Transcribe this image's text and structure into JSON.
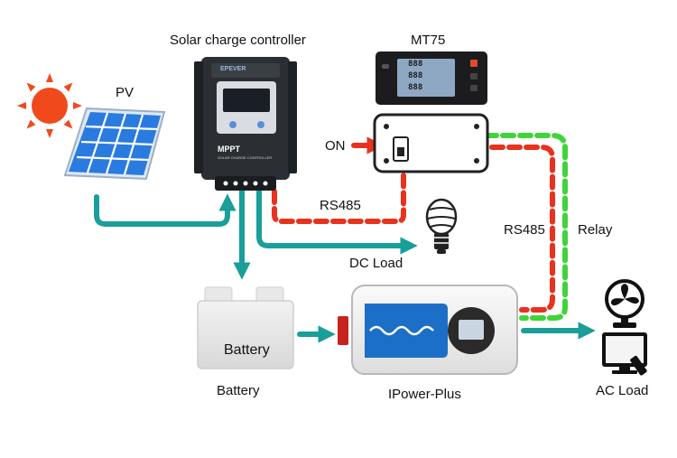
{
  "labels": {
    "controller": "Solar charge controller",
    "mt75": "MT75",
    "pv": "PV",
    "on": "ON",
    "rs485_top": "RS485",
    "dc_load": "DC Load",
    "rs485_right": "RS485",
    "relay": "Relay",
    "battery_inside": "Battery",
    "battery_caption": "Battery",
    "ipower": "IPower-Plus",
    "ac_load": "AC Load"
  },
  "device_text": {
    "brand": "EPEVER",
    "mppt": "MPPT",
    "mppt_sub": "SOLAR CHARGE CONTROLLER",
    "lcd_1": "888",
    "lcd_2": "888",
    "lcd_3": "888"
  },
  "colors": {
    "teal": "#1a9e9a",
    "red_dash": "#e8321e",
    "green_dash": "#3fd43a",
    "sun": "#f04a1c",
    "panel_blue": "#2a7be0"
  },
  "icons": [
    "sun-icon",
    "solar-panel-icon",
    "bulb-icon",
    "fan-icon",
    "tv-icon"
  ]
}
